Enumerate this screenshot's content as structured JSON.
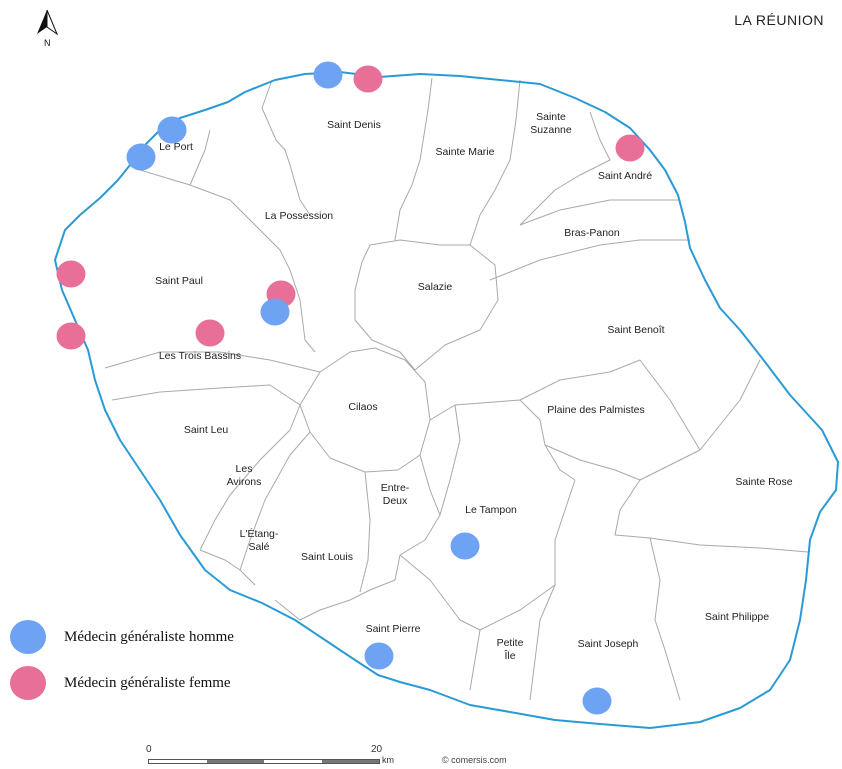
{
  "title": "LA RÉUNION",
  "north_label": "N",
  "colors": {
    "coast": "#2a9ad6",
    "border": "#a9a9a9",
    "male": "#6ea2f2",
    "female": "#e86f98"
  },
  "communes": [
    {
      "name": "Saint Denis"
    },
    {
      "name": "Sainte Marie"
    },
    {
      "name": "Sainte Suzanne",
      "line1": "Sainte",
      "line2": "Suzanne"
    },
    {
      "name": "Saint André"
    },
    {
      "name": "Le Port"
    },
    {
      "name": "La Possession"
    },
    {
      "name": "Bras-Panon"
    },
    {
      "name": "Saint Paul"
    },
    {
      "name": "Salazie"
    },
    {
      "name": "Saint Benoît"
    },
    {
      "name": "Les Trois Bassins"
    },
    {
      "name": "Cilaos"
    },
    {
      "name": "Plaine des Palmistes"
    },
    {
      "name": "Saint Leu"
    },
    {
      "name": "Les Avirons",
      "line1": "Les",
      "line2": "Avirons"
    },
    {
      "name": "Entre-Deux",
      "line1": "Entre-",
      "line2": "Deux"
    },
    {
      "name": "Le Tampon"
    },
    {
      "name": "Sainte Rose"
    },
    {
      "name": "L'Étang-Salé",
      "line1": "L'Étang-",
      "line2": "Salé"
    },
    {
      "name": "Saint Louis"
    },
    {
      "name": "Saint Philippe"
    },
    {
      "name": "Saint Pierre"
    },
    {
      "name": "Petite Île",
      "line1": "Petite",
      "line2": "Île"
    },
    {
      "name": "Saint Joseph"
    }
  ],
  "doctors": [
    {
      "commune": "Saint Denis",
      "type": "male"
    },
    {
      "commune": "Saint Denis",
      "type": "female"
    },
    {
      "commune": "Le Port",
      "type": "male"
    },
    {
      "commune": "Le Port",
      "type": "male"
    },
    {
      "commune": "Saint André",
      "type": "female"
    },
    {
      "commune": "Saint Paul",
      "type": "female"
    },
    {
      "commune": "Saint Paul",
      "type": "female"
    },
    {
      "commune": "Saint Paul",
      "type": "female"
    },
    {
      "commune": "Saint Paul",
      "type": "female"
    },
    {
      "commune": "Saint Paul",
      "type": "male"
    },
    {
      "commune": "Le Tampon",
      "type": "male"
    },
    {
      "commune": "Saint Pierre",
      "type": "male"
    },
    {
      "commune": "Saint Joseph",
      "type": "male"
    }
  ],
  "legend": {
    "male_label": "Médecin généraliste homme",
    "female_label": "Médecin généraliste femme"
  },
  "scale": {
    "start": "0",
    "end": "20",
    "unit": "km"
  },
  "copyright": "© comersis.com"
}
